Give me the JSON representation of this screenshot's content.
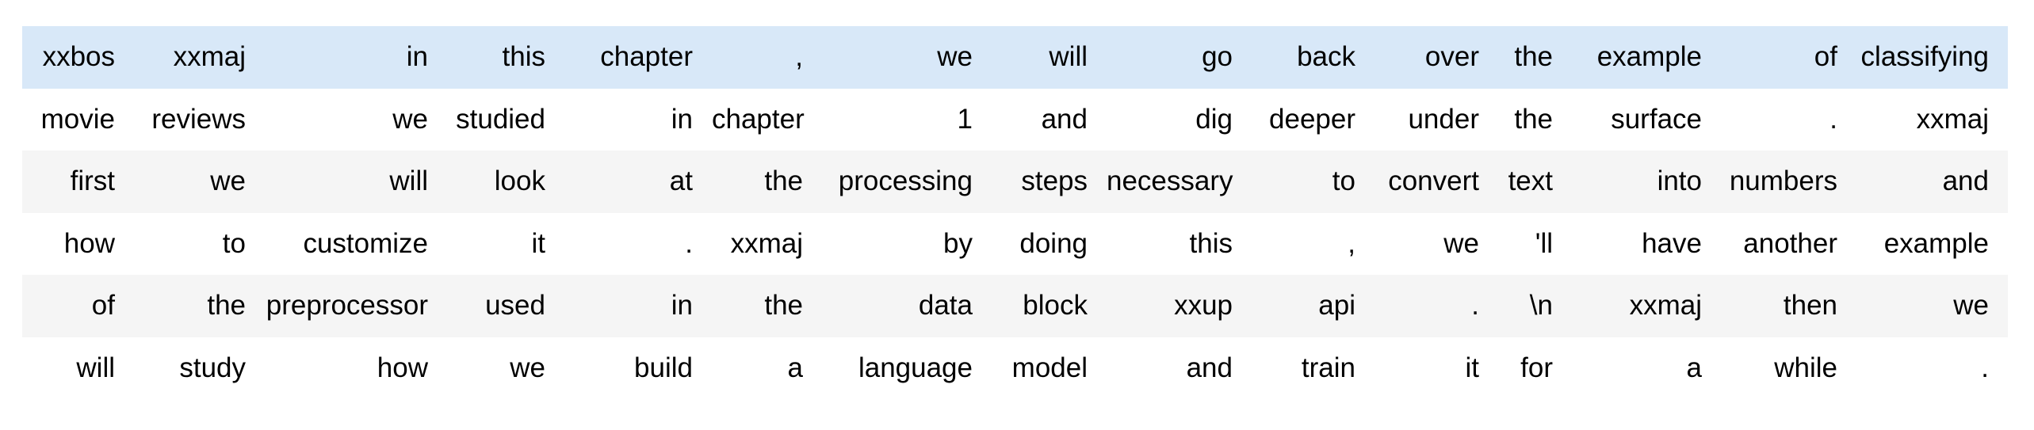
{
  "colors": {
    "row_highlight": "#d8e8f8",
    "row_stripe": "#f5f5f5",
    "row_plain": "#ffffff",
    "text": "#000000",
    "page_background": "#ffffff"
  },
  "table": {
    "kind": "tokenized-text-output",
    "column_count": 15,
    "rows": [
      {
        "highlighted": true,
        "tokens": [
          "xxbos",
          "xxmaj",
          "in",
          "this",
          "chapter",
          ",",
          "we",
          "will",
          "go",
          "back",
          "over",
          "the",
          "example",
          "of",
          "classifying"
        ]
      },
      {
        "highlighted": false,
        "tokens": [
          "movie",
          "reviews",
          "we",
          "studied",
          "in",
          "chapter",
          "1",
          "and",
          "dig",
          "deeper",
          "under",
          "the",
          "surface",
          ".",
          "xxmaj"
        ]
      },
      {
        "highlighted": false,
        "tokens": [
          "first",
          "we",
          "will",
          "look",
          "at",
          "the",
          "processing",
          "steps",
          "necessary",
          "to",
          "convert",
          "text",
          "into",
          "numbers",
          "and"
        ]
      },
      {
        "highlighted": false,
        "tokens": [
          "how",
          "to",
          "customize",
          "it",
          ".",
          "xxmaj",
          "by",
          "doing",
          "this",
          ",",
          "we",
          "'ll",
          "have",
          "another",
          "example"
        ]
      },
      {
        "highlighted": false,
        "tokens": [
          "of",
          "the",
          "preprocessor",
          "used",
          "in",
          "the",
          "data",
          "block",
          "xxup",
          "api",
          ".",
          "\\n",
          "xxmaj",
          "then",
          "we"
        ]
      },
      {
        "highlighted": false,
        "tokens": [
          "will",
          "study",
          "how",
          "we",
          "build",
          "a",
          "language",
          "model",
          "and",
          "train",
          "it",
          "for",
          "a",
          "while",
          "."
        ]
      }
    ]
  }
}
